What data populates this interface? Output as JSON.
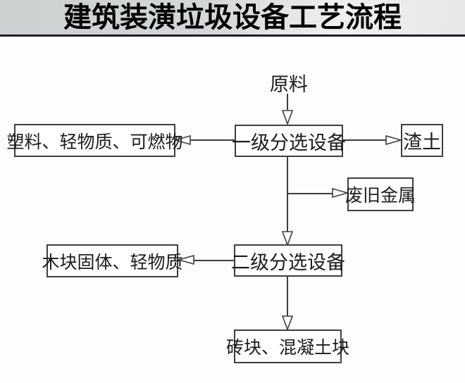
{
  "title": "建筑装潢垃圾设备工艺流程",
  "flowchart": {
    "nodes": {
      "raw": "原料",
      "stage1": "一级分选设备",
      "plastics": "塑料、轻物质、可燃物",
      "slag": "渣土",
      "scrap_metal": "废旧金属",
      "stage2": "二级分选设备",
      "wood": "木块固体、轻物质",
      "bricks": "砖块、混凝土块"
    },
    "colors": {
      "line": "#3e3e3e",
      "box_border": "#3e3e3e",
      "text": "#1c1c1c",
      "title_text": "#000000",
      "title_bar_gradient_start": "#ccd0d0",
      "title_bar_gradient_end": "#eef0f0",
      "title_rule": "#1d1d26",
      "background": "#fdfdfd"
    }
  }
}
